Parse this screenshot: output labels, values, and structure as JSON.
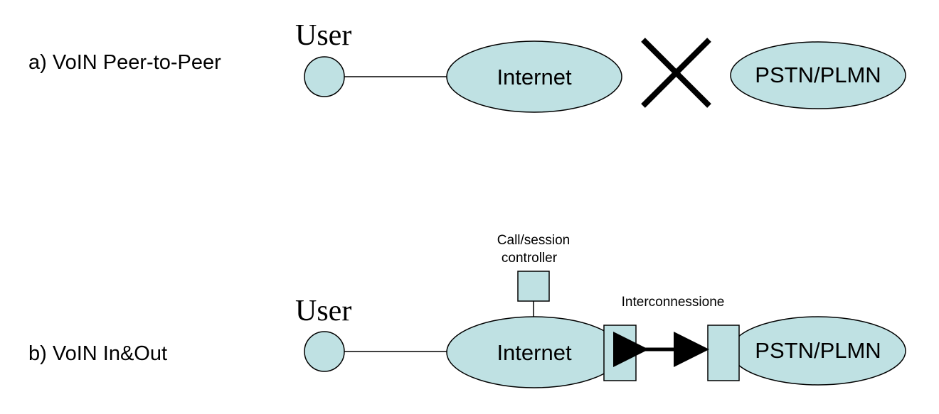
{
  "colors": {
    "fill": "#bfe1e3",
    "stroke": "#000000",
    "background": "#ffffff"
  },
  "diagram_a": {
    "label": "a) VoIN Peer-to-Peer",
    "user_label": "User",
    "internet_label": "Internet",
    "pstn_label": "PSTN/PLMN",
    "blocked_icon": "x-cross-icon"
  },
  "diagram_b": {
    "label": "b) VoIN In&Out",
    "user_label": "User",
    "internet_label": "Internet",
    "pstn_label": "PSTN/PLMN",
    "controller_label_line1": "Call/session",
    "controller_label_line2": "controller",
    "interconnection_label": "Interconnessione",
    "arrow_icon": "double-arrow-icon"
  }
}
